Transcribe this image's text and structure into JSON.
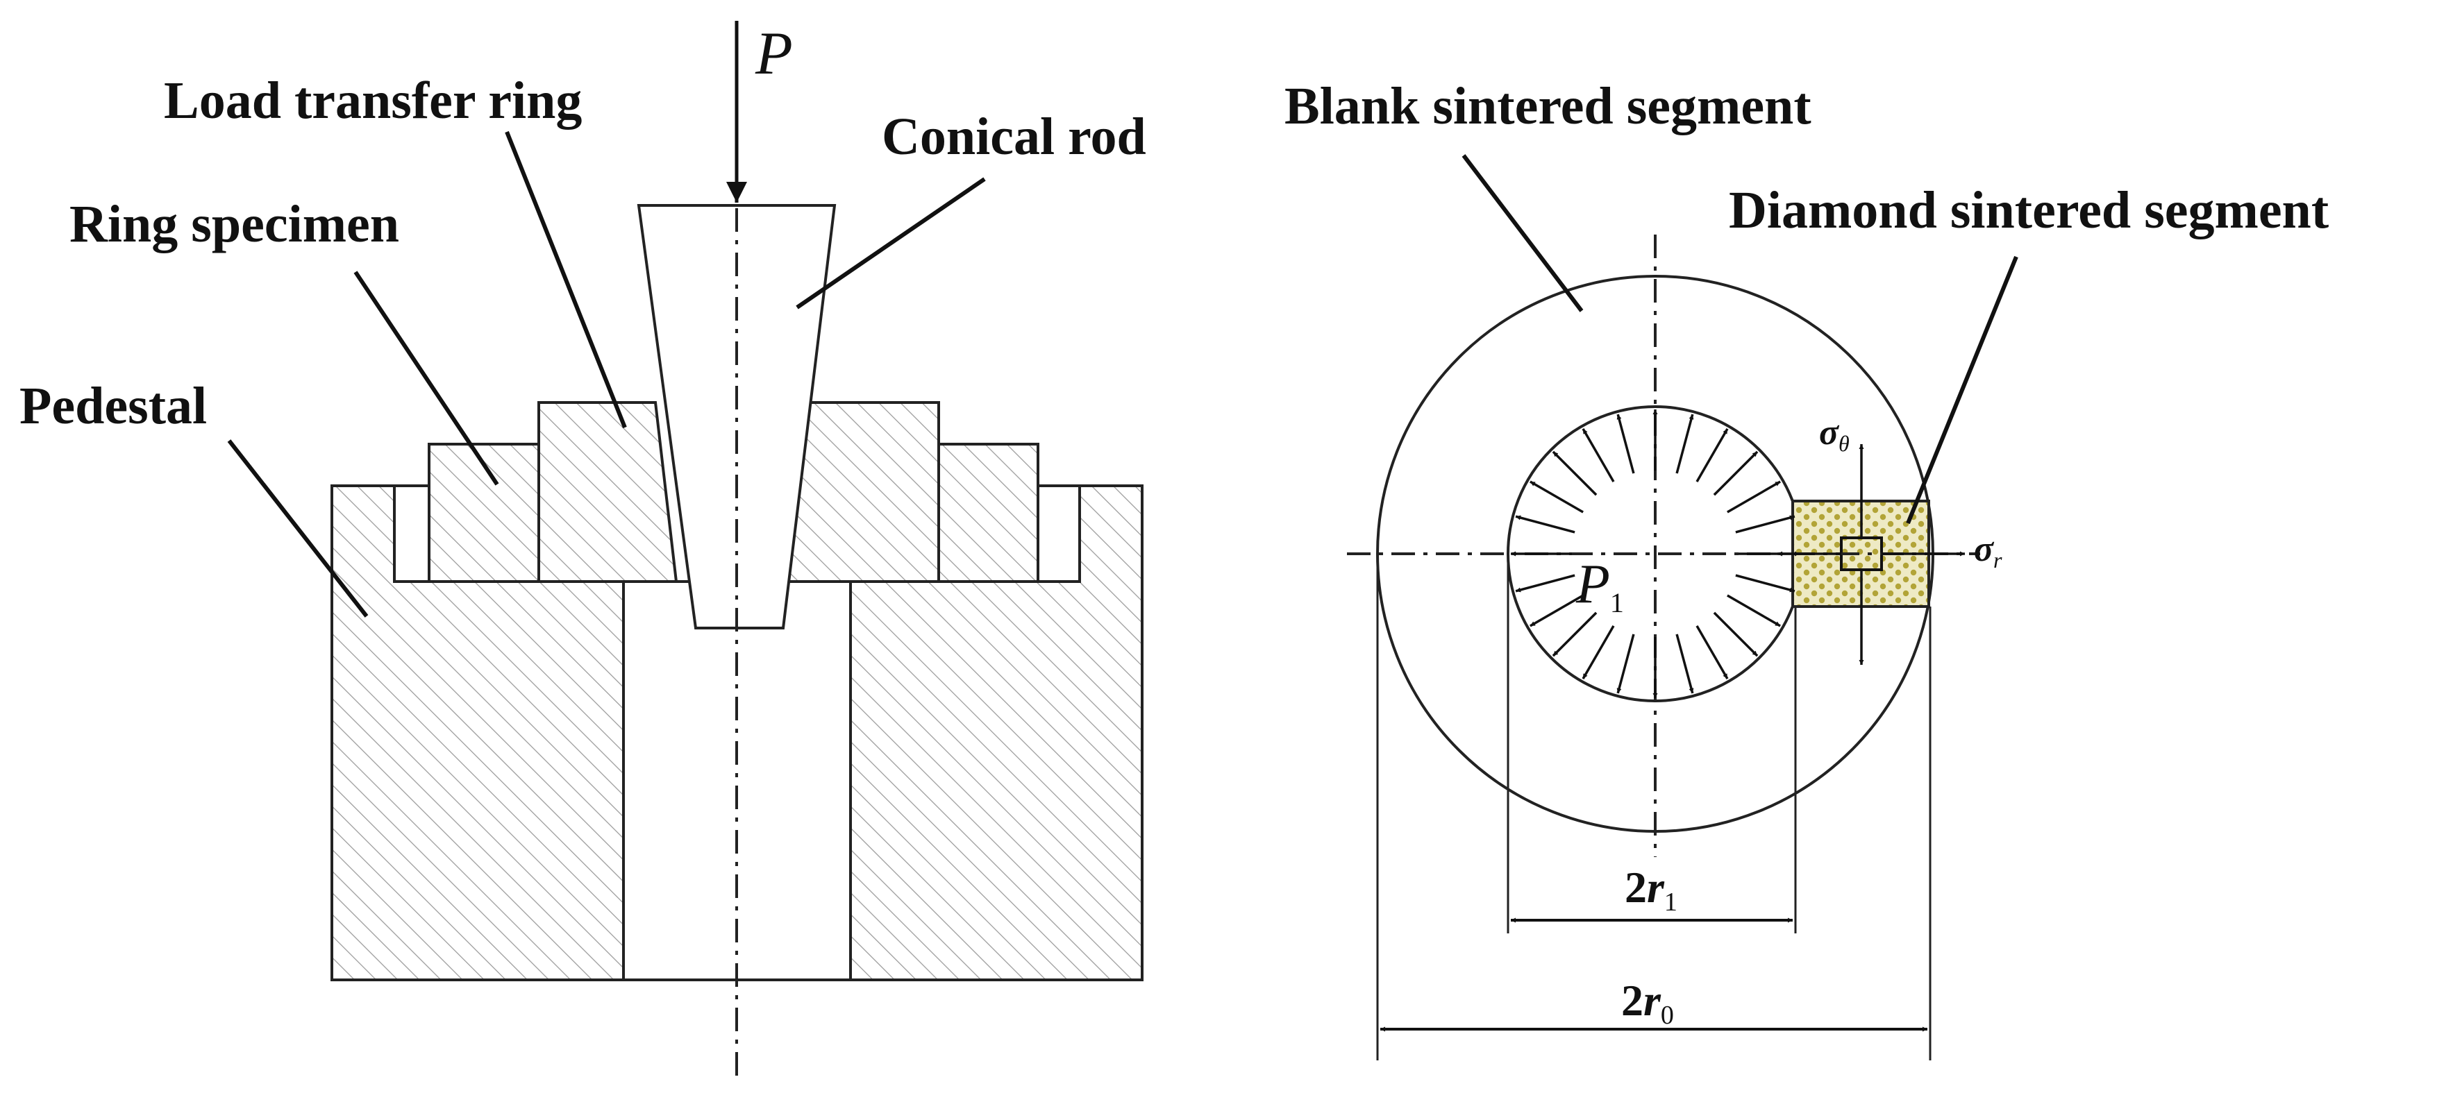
{
  "left_diagram": {
    "load_label": "P",
    "labels": {
      "load_transfer_ring": "Load transfer ring",
      "conical_rod": "Conical rod",
      "ring_specimen": "Ring specimen",
      "pedestal": "Pedestal"
    }
  },
  "right_diagram": {
    "labels": {
      "blank_sintered_segment": "Blank sintered segment",
      "diamond_sintered_segment": "Diamond sintered segment"
    },
    "pressure": {
      "symbol": "P",
      "subscript": "1"
    },
    "sigma_theta": {
      "symbol": "σ",
      "subscript": "θ"
    },
    "sigma_r": {
      "symbol": "σ",
      "subscript": "r"
    },
    "dim_inner": {
      "prefix": "2",
      "symbol": "r",
      "subscript": "1"
    },
    "dim_outer": {
      "prefix": "2",
      "symbol": "r",
      "subscript": "0"
    }
  },
  "colors": {
    "line": "#222222",
    "hatch": "#9a9a9a",
    "diamond_fill": "#eeeac4",
    "diamond_dots": "#b2a437"
  }
}
